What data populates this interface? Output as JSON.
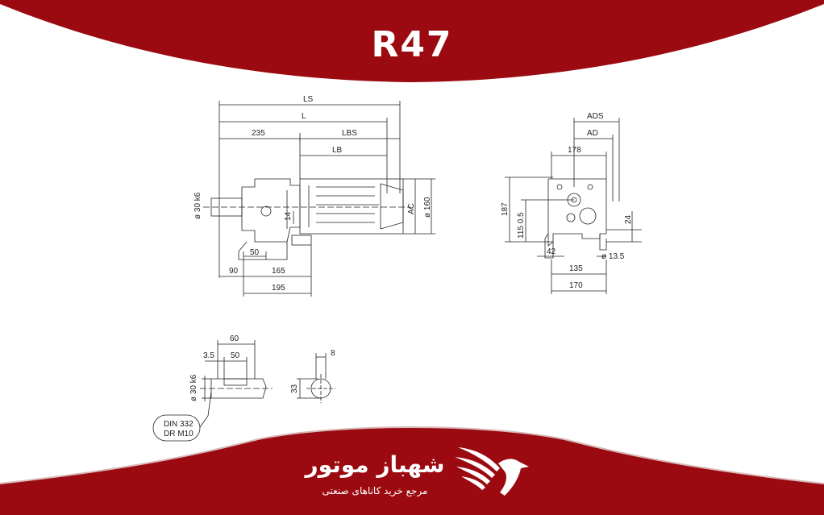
{
  "header": {
    "title": "R47",
    "banner_color": "#9b0a10"
  },
  "drawing": {
    "side_view": {
      "dimensions": [
        "LS",
        "L",
        "235",
        "LBS",
        "LB",
        "AC",
        "ø 160",
        "ø 30 k6",
        "14",
        "50",
        "90",
        "165",
        "195"
      ]
    },
    "end_view": {
      "dimensions": [
        "ADS",
        "AD",
        "178",
        "187",
        "115 0.5",
        "24",
        "42",
        "ø 13.5",
        "135",
        "170"
      ]
    },
    "shaft_detail": {
      "dimensions": [
        "60",
        "3.5",
        "50",
        "ø 30 k6"
      ],
      "callout_line1": "DIN 332",
      "callout_line2": "DR M10"
    },
    "key_detail": {
      "dimensions": [
        "8",
        "33"
      ]
    }
  },
  "footer": {
    "brand_name": "شهباز موتور",
    "tagline": "مرجع خرید کاناهای صنعتی",
    "logo": "eagle-icon",
    "banner_color": "#9b0a10"
  }
}
